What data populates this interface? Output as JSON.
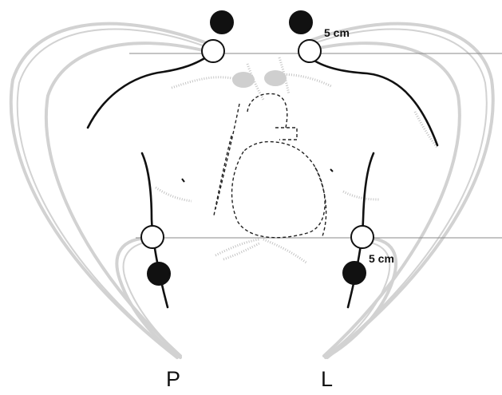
{
  "labels": {
    "distance_top": "5 cm",
    "distance_bottom": "5 cm",
    "side_left": "P",
    "side_right": "L"
  },
  "colors": {
    "background": "#ffffff",
    "outline": "#111111",
    "cable": "#d2d2d2",
    "stipple": "#b8b8b8",
    "filled_electrode": "#111111",
    "open_electrode": "#ffffff"
  },
  "electrodes": [
    {
      "id": "right-shoulder-ground",
      "fill": "filled"
    },
    {
      "id": "right-shoulder-active",
      "fill": "open"
    },
    {
      "id": "left-shoulder-ground",
      "fill": "filled"
    },
    {
      "id": "left-shoulder-active",
      "fill": "open"
    },
    {
      "id": "right-lower-active",
      "fill": "open"
    },
    {
      "id": "right-lower-ground",
      "fill": "filled"
    },
    {
      "id": "left-lower-active",
      "fill": "open"
    },
    {
      "id": "left-lower-ground",
      "fill": "filled"
    }
  ]
}
